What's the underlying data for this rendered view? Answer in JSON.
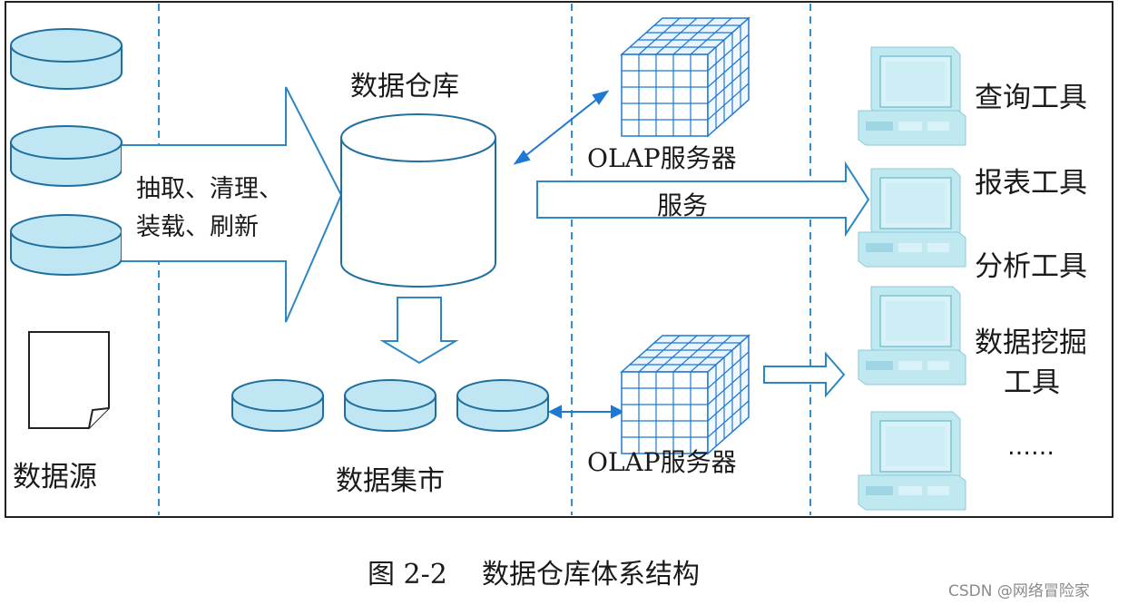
{
  "diagram": {
    "sources_label": "数据源",
    "etl_line1": "抽取、清理、",
    "etl_line2": "装载、刷新",
    "warehouse_label": "数据仓库",
    "datamart_label": "数据集市",
    "olap_top_label": "OLAP服务器",
    "olap_bottom_label": "OLAP服务器",
    "service_label": "服务",
    "tools": [
      "查询工具",
      "报表工具",
      "分析工具",
      "数据挖掘",
      "工具",
      "……"
    ]
  },
  "caption": "图 2-2    数据仓库体系结构",
  "watermark": "CSDN @网络冒险家",
  "colors": {
    "cylinder_fill": "#bfe6f2",
    "cylinder_stroke": "#1f6f9e",
    "dashed_line": "#2f8fd0",
    "arrow_stroke": "#2a86c4",
    "cube_stroke": "#1e78d4",
    "computer_fill": "#bfe8f0"
  }
}
